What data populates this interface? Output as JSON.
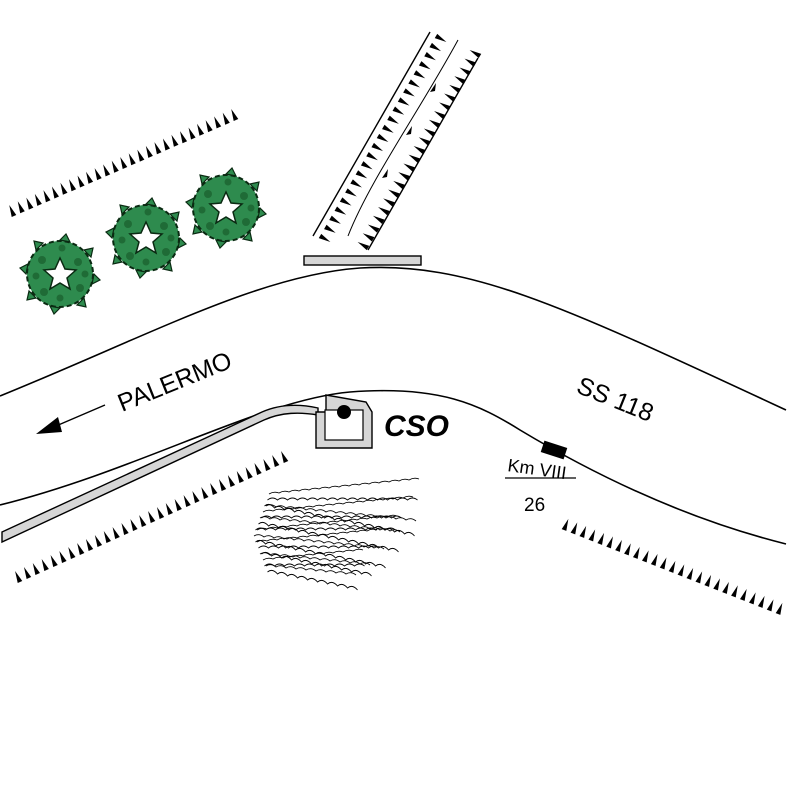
{
  "labels": {
    "direction": "PALERMO",
    "road": "SS 118",
    "station": "CSO",
    "km_marker": "Km VIII",
    "km_number": "26"
  },
  "colors": {
    "ink": "#000000",
    "road_fill": "#d6d6d6",
    "tree_fill": "#2e8b4e",
    "tree_stroke": "#0a2a12",
    "background": "#ffffff"
  },
  "icons": {
    "trees": "tree-icon",
    "station_marker": "station-icon",
    "km_marker": "km-marker-icon",
    "direction_arrow": "arrow-left-icon",
    "embankment": "embankment-hachure",
    "rough_terrain": "rock-outcrop"
  }
}
